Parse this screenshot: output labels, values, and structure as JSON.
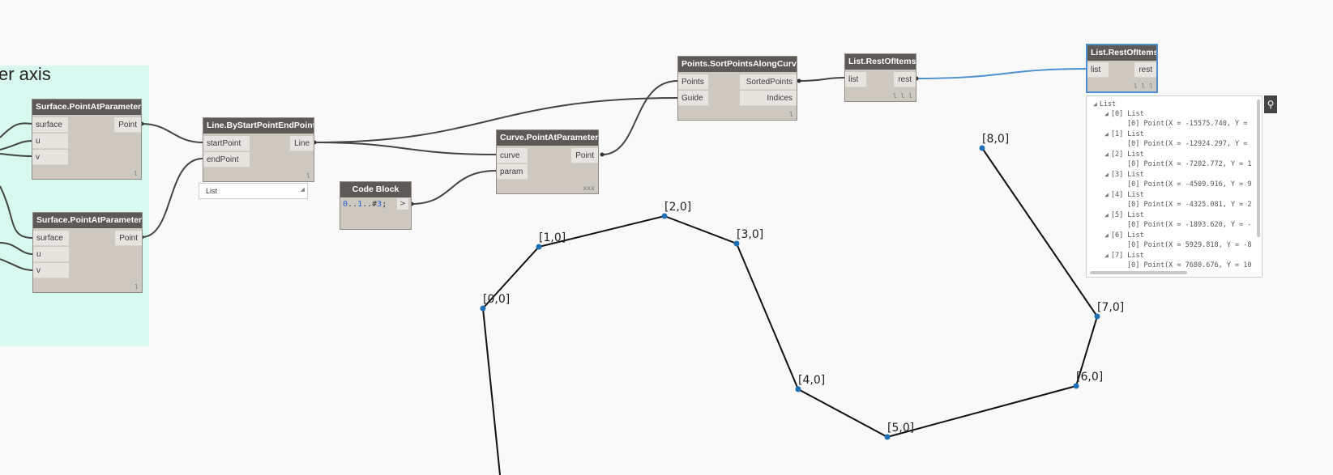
{
  "group": {
    "title": "er axis"
  },
  "nodes": {
    "spap1": {
      "title": "Surface.PointAtParameter",
      "inputs": [
        "surface",
        "u",
        "v"
      ],
      "output": "Point",
      "lacing": "l"
    },
    "spap2": {
      "title": "Surface.PointAtParameter",
      "inputs": [
        "surface",
        "u",
        "v"
      ],
      "output": "Point",
      "lacing": "l"
    },
    "line": {
      "title": "Line.ByStartPointEndPoint",
      "inputs": [
        "startPoint",
        "endPoint"
      ],
      "output": "Line",
      "lacing": "l"
    },
    "code": {
      "title": "Code Block",
      "code_parts": [
        "0",
        "..",
        "1",
        "..#",
        "3",
        ";"
      ],
      "out": ">"
    },
    "cpap": {
      "title": "Curve.PointAtParameter",
      "inputs": [
        "curve",
        "param"
      ],
      "output": "Point",
      "lacing": "xxx"
    },
    "sort": {
      "title": "Points.SortPointsAlongCurve",
      "inputs": [
        "Points",
        "Guide"
      ],
      "outputs": [
        "SortedPoints",
        "Indices"
      ],
      "lacing": "l"
    },
    "rest1": {
      "title": "List.RestOfItems",
      "inputs": [
        "list"
      ],
      "output": "rest",
      "lacing": "l l l"
    },
    "rest2": {
      "title": "List.RestOfItems",
      "inputs": [
        "list"
      ],
      "output": "rest",
      "lacing": "l l l"
    }
  },
  "previews": {
    "line_preview": "List",
    "tree_root": "List",
    "tree_items": [
      {
        "header": "[0] List",
        "value": "[0] Point(X = -15575.740, Y ="
      },
      {
        "header": "[1] List",
        "value": "[0] Point(X = -12924.297, Y ="
      },
      {
        "header": "[2] List",
        "value": "[0] Point(X = -7202.772, Y = 1"
      },
      {
        "header": "[3] List",
        "value": "[0] Point(X = -4509.916, Y = 9"
      },
      {
        "header": "[4] List",
        "value": "[0] Point(X = -4325.081, Y = 2"
      },
      {
        "header": "[5] List",
        "value": "[0] Point(X = -1893.620, Y = -"
      },
      {
        "header": "[6] List",
        "value": "[0] Point(X = 5929.818, Y = -8"
      },
      {
        "header": "[7] List",
        "value": "[0] Point(X = 7680.676, Y = 10"
      }
    ]
  },
  "point_labels": [
    "[0,0]",
    "[1,0]",
    "[2,0]",
    "[3,0]",
    "[4,0]",
    "[5,0]",
    "[6,0]",
    "[7,0]",
    "[8,0]"
  ],
  "colors": {
    "wire": "#444444",
    "selected_wire": "#4e8fcf",
    "point": "#1f6fb5",
    "group": "#d8f9ef"
  }
}
